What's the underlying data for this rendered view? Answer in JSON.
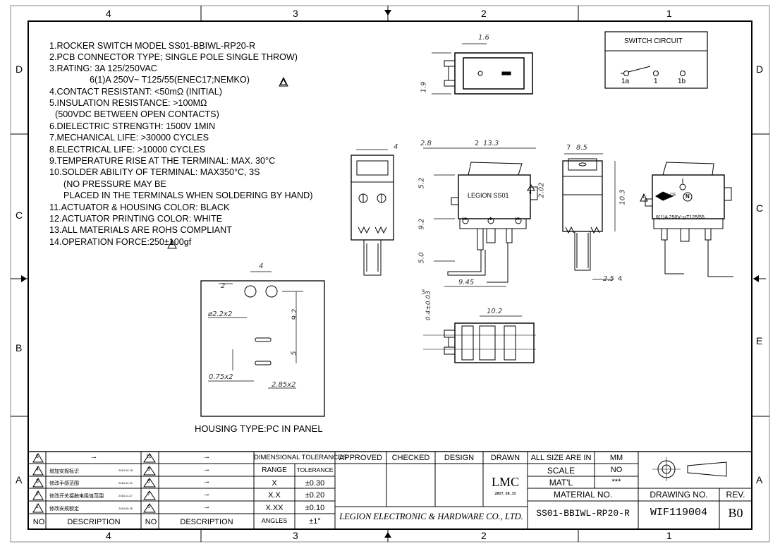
{
  "zones": {
    "top": [
      "4",
      "3",
      "2",
      "1"
    ],
    "bottom": [
      "4",
      "3",
      "2",
      "1"
    ],
    "left": [
      "D",
      "C",
      "B",
      "A"
    ],
    "right": [
      "D",
      "C",
      "E",
      "A"
    ]
  },
  "notes": [
    "1.ROCKER SWITCH MODEL SS01-BBIWL-RP20-R",
    "2.PCB CONNECTOR TYPE; SINGLE POLE SINGLE THROW)",
    "3.RATING: 3A 125/250VAC",
    "6(1)A 250V~ T125/55(ENEC17;NEMKO)",
    "4.CONTACT RESISTANT: <50mΩ (INITIAL)",
    "5.INSULATION RESISTANCE: >100MΩ",
    "(500VDC BETWEEN OPEN CONTACTS)",
    "6.DIELECTRIC STRENGTH: 1500V  1MIN",
    "7.MECHANICAL LIFE: >30000 CYCLES",
    "8.ELECTRICAL LIFE: >10000 CYCLES",
    "9.TEMPERATURE RISE AT THE TERMINAL: MAX. 30°C",
    "10.SOLDER ABILITY OF TERMINAL: MAX350°C, 3S",
    "(NO PRESSURE MAY BE",
    "PLACED IN THE TERMINALS WHEN SOLDERING BY HAND)",
    "11.ACTUATOR & HOUSING COLOR: BLACK",
    "12.ACTUATOR PRINTING COLOR: WHITE",
    "13.ALL MATERIALS ARE ROHS COMPLIANT",
    "14.OPERATION FORCE:250±100gf"
  ],
  "switch_circuit": {
    "title": "SWITCH CIRCUIT",
    "labels": [
      "1a",
      "1",
      "1b"
    ]
  },
  "dims": {
    "top_width": "1.6",
    "top_height": "1.9",
    "front_left": "4",
    "main_left": "2.8",
    "main_width": "13.3",
    "main_width_num": "2",
    "side_width": "8.5",
    "side_width_num": "7",
    "h_52": "5.2",
    "h_202": "2.02",
    "h_92": "9.2",
    "h_50": "5.0",
    "w_945": "9.45",
    "thick": "0.4±0.03",
    "thick_num": "3",
    "side_h": "10.3",
    "side_bottom": "2.5",
    "side_bottom_num": "4",
    "bottom_w": "10.2",
    "cut_4": "4",
    "cut_2": "2",
    "cut_hole": "ø2.2x2",
    "cut_92": "9.2",
    "cut_5": "5",
    "cut_slot": "0.75x2",
    "cut_285": "2.85x2"
  },
  "main_view": {
    "brand": "LEGION SS01",
    "terminals": [
      "1a",
      "1",
      "1b"
    ]
  },
  "right_view": {
    "rating": "6(1)A 250V~μT125/55",
    "mark_n": "N",
    "mark_ce": "CE",
    "tri_num": "4"
  },
  "cutout_caption": "HOUSING TYPE:PC IN PANEL",
  "revision": {
    "rows": [
      {
        "no": "5",
        "desc": "→"
      },
      {
        "no": "4",
        "desc": "增加安规标识",
        "date": "2019.02.18"
      },
      {
        "no": "3",
        "desc": "修改手感范围",
        "date": "2018.12.21"
      },
      {
        "no": "2",
        "desc": "修改开关接触电阻值范围",
        "date": "2018.11.27"
      },
      {
        "no": "1",
        "desc": "修改安规额定",
        "date": "2018.06.26"
      }
    ],
    "rows2": [
      {
        "no": "10",
        "desc": "→"
      },
      {
        "no": "9",
        "desc": "→"
      },
      {
        "no": "8",
        "desc": "→"
      },
      {
        "no": "7",
        "desc": "→"
      },
      {
        "no": "6",
        "desc": "→"
      }
    ],
    "hdr_no": "NO",
    "hdr_desc": "DESCRIPTION"
  },
  "tolerances": {
    "title": "DIMENSIONAL  TOLERANCES",
    "range": "RANGE",
    "tolerance": "TOLERANCE",
    "rows": [
      [
        "X",
        "±0.30"
      ],
      [
        "X.X",
        "±0.20"
      ],
      [
        "X.XX",
        "±0.10"
      ],
      [
        "ANGLES",
        "±1°"
      ]
    ]
  },
  "approvals": {
    "approved": "APPROVED",
    "checked": "CHECKED",
    "design": "DESIGN",
    "drawn": "DRAWN",
    "drawn_by": "LMC",
    "date": "2017. 10. 31"
  },
  "company": "LEGION ELECTRONIC & HARDWARE CO., LTD.",
  "info": {
    "size_label": "ALL  SIZE  ARE  IN",
    "size_value": "MM",
    "scale_label": "SCALE",
    "scale_value": "NO",
    "mat_label": "MAT'L",
    "mat_value": "***",
    "material_no_label": "MATERIAL  NO.",
    "material_no": "SS01-BBIWL-RP20-R",
    "drawing_no_label": "DRAWING  NO.",
    "drawing_no": "WIF119004",
    "rev_label": "REV.",
    "rev": "B0"
  }
}
